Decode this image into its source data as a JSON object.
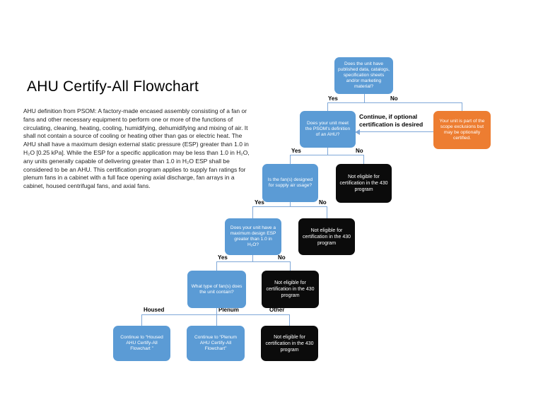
{
  "page": {
    "title": "AHU Certify-All Flowchart",
    "description": "AHU definition from PSOM: A factory-made encased assembly consisting of a fan or fans and other necessary equipment to perform one or more of the functions of circulating, cleaning, heating, cooling, humidifying, dehumidifying and mixing of air. It shall not contain a source of cooling or heating other than gas or electric heat. The AHU shall have a maximum design external static pressure (ESP) greater than 1.0 in H₂O [0.25 kPa]. While the ESP for a specific application may be less than 1.0 in H₂O, any units generally capable of delivering greater than 1.0 in H₂O ESP shall be considered to be an AHU. This certification program applies to supply fan ratings for plenum fans in a cabinet with a full face opening axial discharge, fan arrays in a cabinet, housed centrifugal fans, and axial fans."
  },
  "flowchart": {
    "nodes": [
      {
        "id": "q-published-materials",
        "type": "decision",
        "color": "blue",
        "label": "Does the unit have published data, catalogs, specification sheets and/or marketing material?"
      },
      {
        "id": "q-psom-definition",
        "type": "decision",
        "color": "blue",
        "label": "Does your unit meet the PSOM’s definition of an AHU?"
      },
      {
        "id": "scope-exclusions",
        "type": "outcome",
        "color": "orange",
        "label": "Your unit is part of the scope exclusions but may be optionally certified."
      },
      {
        "id": "q-supply-air-usage",
        "type": "decision",
        "color": "blue",
        "label": "Is the fan(s) designed for supply air usage?"
      },
      {
        "id": "not-eligible-1",
        "type": "outcome",
        "color": "black",
        "label": "Not eligible for certification in the 430 program"
      },
      {
        "id": "q-max-design-esp",
        "type": "decision",
        "color": "blue",
        "label": "Does your unit have a maximum design ESP greater than 1.0 in H₂O?"
      },
      {
        "id": "not-eligible-2",
        "type": "outcome",
        "color": "black",
        "label": "Not eligible for certification in the 430 program"
      },
      {
        "id": "q-fan-type",
        "type": "decision",
        "color": "blue",
        "label": "What type of fan(s) does the unit contain?"
      },
      {
        "id": "not-eligible-3",
        "type": "outcome",
        "color": "black",
        "label": "Not eligible for certification in the 430 program"
      },
      {
        "id": "continue-housed",
        "type": "outcome",
        "color": "blue",
        "label": "Continue to “Housed AHU Certify-All Flowchart ”"
      },
      {
        "id": "continue-plenum",
        "type": "outcome",
        "color": "blue",
        "label": "Continue to “Plenum AHU Certify-All Flowchart”"
      },
      {
        "id": "not-eligible-4",
        "type": "outcome",
        "color": "black",
        "label": "Not eligible for certification in the 430 program"
      }
    ],
    "edge_labels": {
      "yes": "Yes",
      "no": "No",
      "housed": "Housed",
      "plenum": "Plenum",
      "other": "Other",
      "optional_note": "Continue, if optional\ncertification is desired"
    },
    "colors": {
      "decision_blue": "#5B9BD5",
      "exclusion_orange": "#ED7D31",
      "not_eligible_black": "#0B0B0B",
      "connector_blue": "#7FA8D8"
    }
  }
}
